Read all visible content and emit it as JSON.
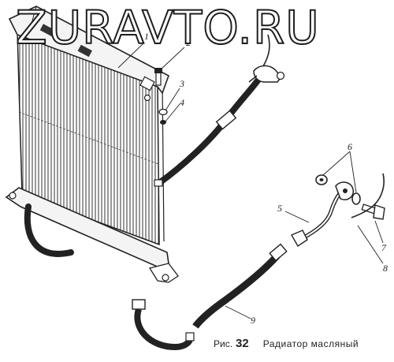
{
  "watermark": "ZURAVTO.RU",
  "caption": {
    "prefix": "Рис.",
    "number": "32",
    "title": "Радиатор масляный"
  },
  "callouts": [
    "1",
    "2",
    "3",
    "4",
    "5",
    "6",
    "7",
    "8",
    "9"
  ]
}
